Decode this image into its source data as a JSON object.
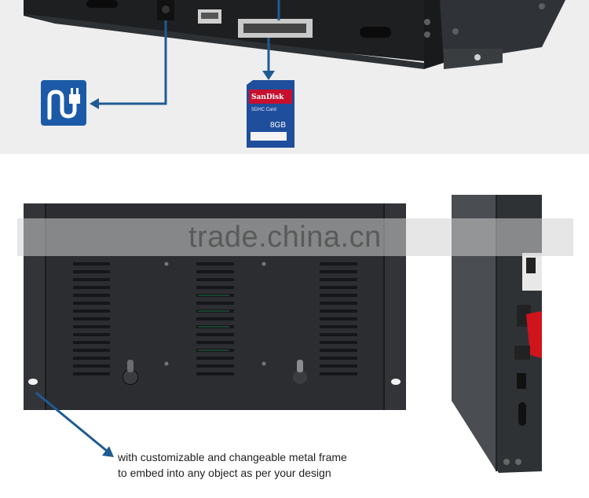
{
  "watermark": {
    "text": "trade.china.cn"
  },
  "sd_card": {
    "brand": "SanDisk",
    "type": "SDHC Card",
    "capacity": "8GB",
    "label_color": "#c8102e",
    "body_color": "#1f4e9c"
  },
  "power_icon": {
    "name": "power-plug-icon",
    "color": "#1c5aa8"
  },
  "caption": {
    "line1": "with customizable and changeable metal frame",
    "line2": "to embed into any object as per your design"
  },
  "colors": {
    "arrow": "#1f5b93",
    "metal": "#2b2d30",
    "top_band": "#eeeeee"
  }
}
